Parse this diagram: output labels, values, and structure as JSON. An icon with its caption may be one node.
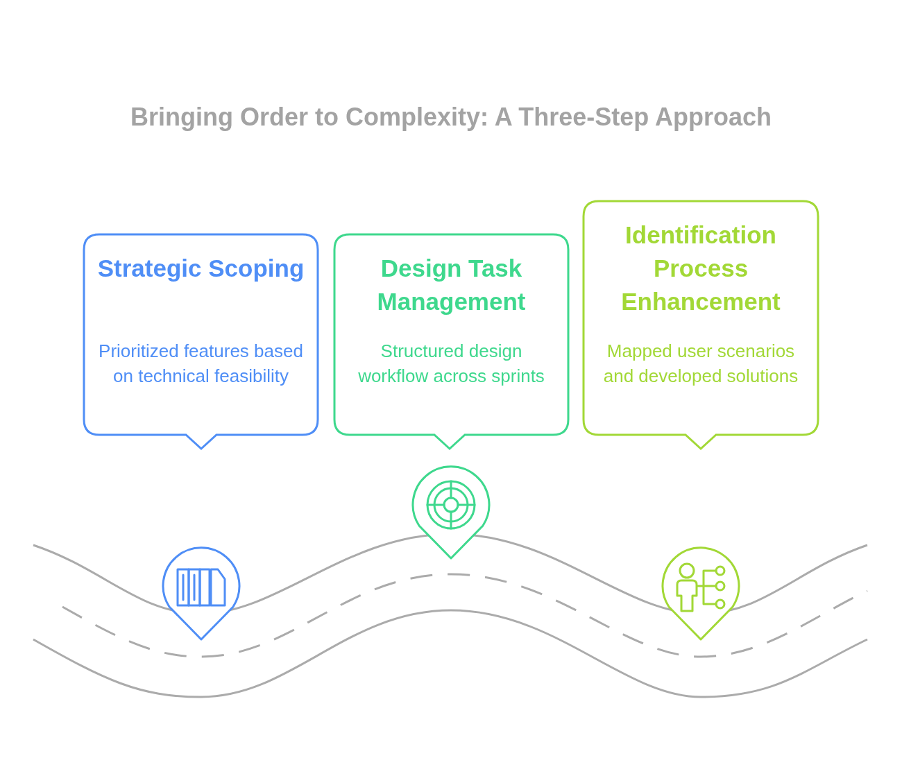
{
  "diagram": {
    "title": "Bringing Order to Complexity: A Three-Step Approach",
    "nodes": [
      {
        "text": [
          "Strategic Scoping",
          "Prioritized features based on technical feasibility"
        ]
      },
      {
        "text": [
          "Design Task Management",
          "Structured design workflow across sprints"
        ]
      },
      {
        "text": [
          "Identification Process Enhancement",
          "Mapped user scenarios and developed solutions"
        ]
      }
    ]
  }
}
